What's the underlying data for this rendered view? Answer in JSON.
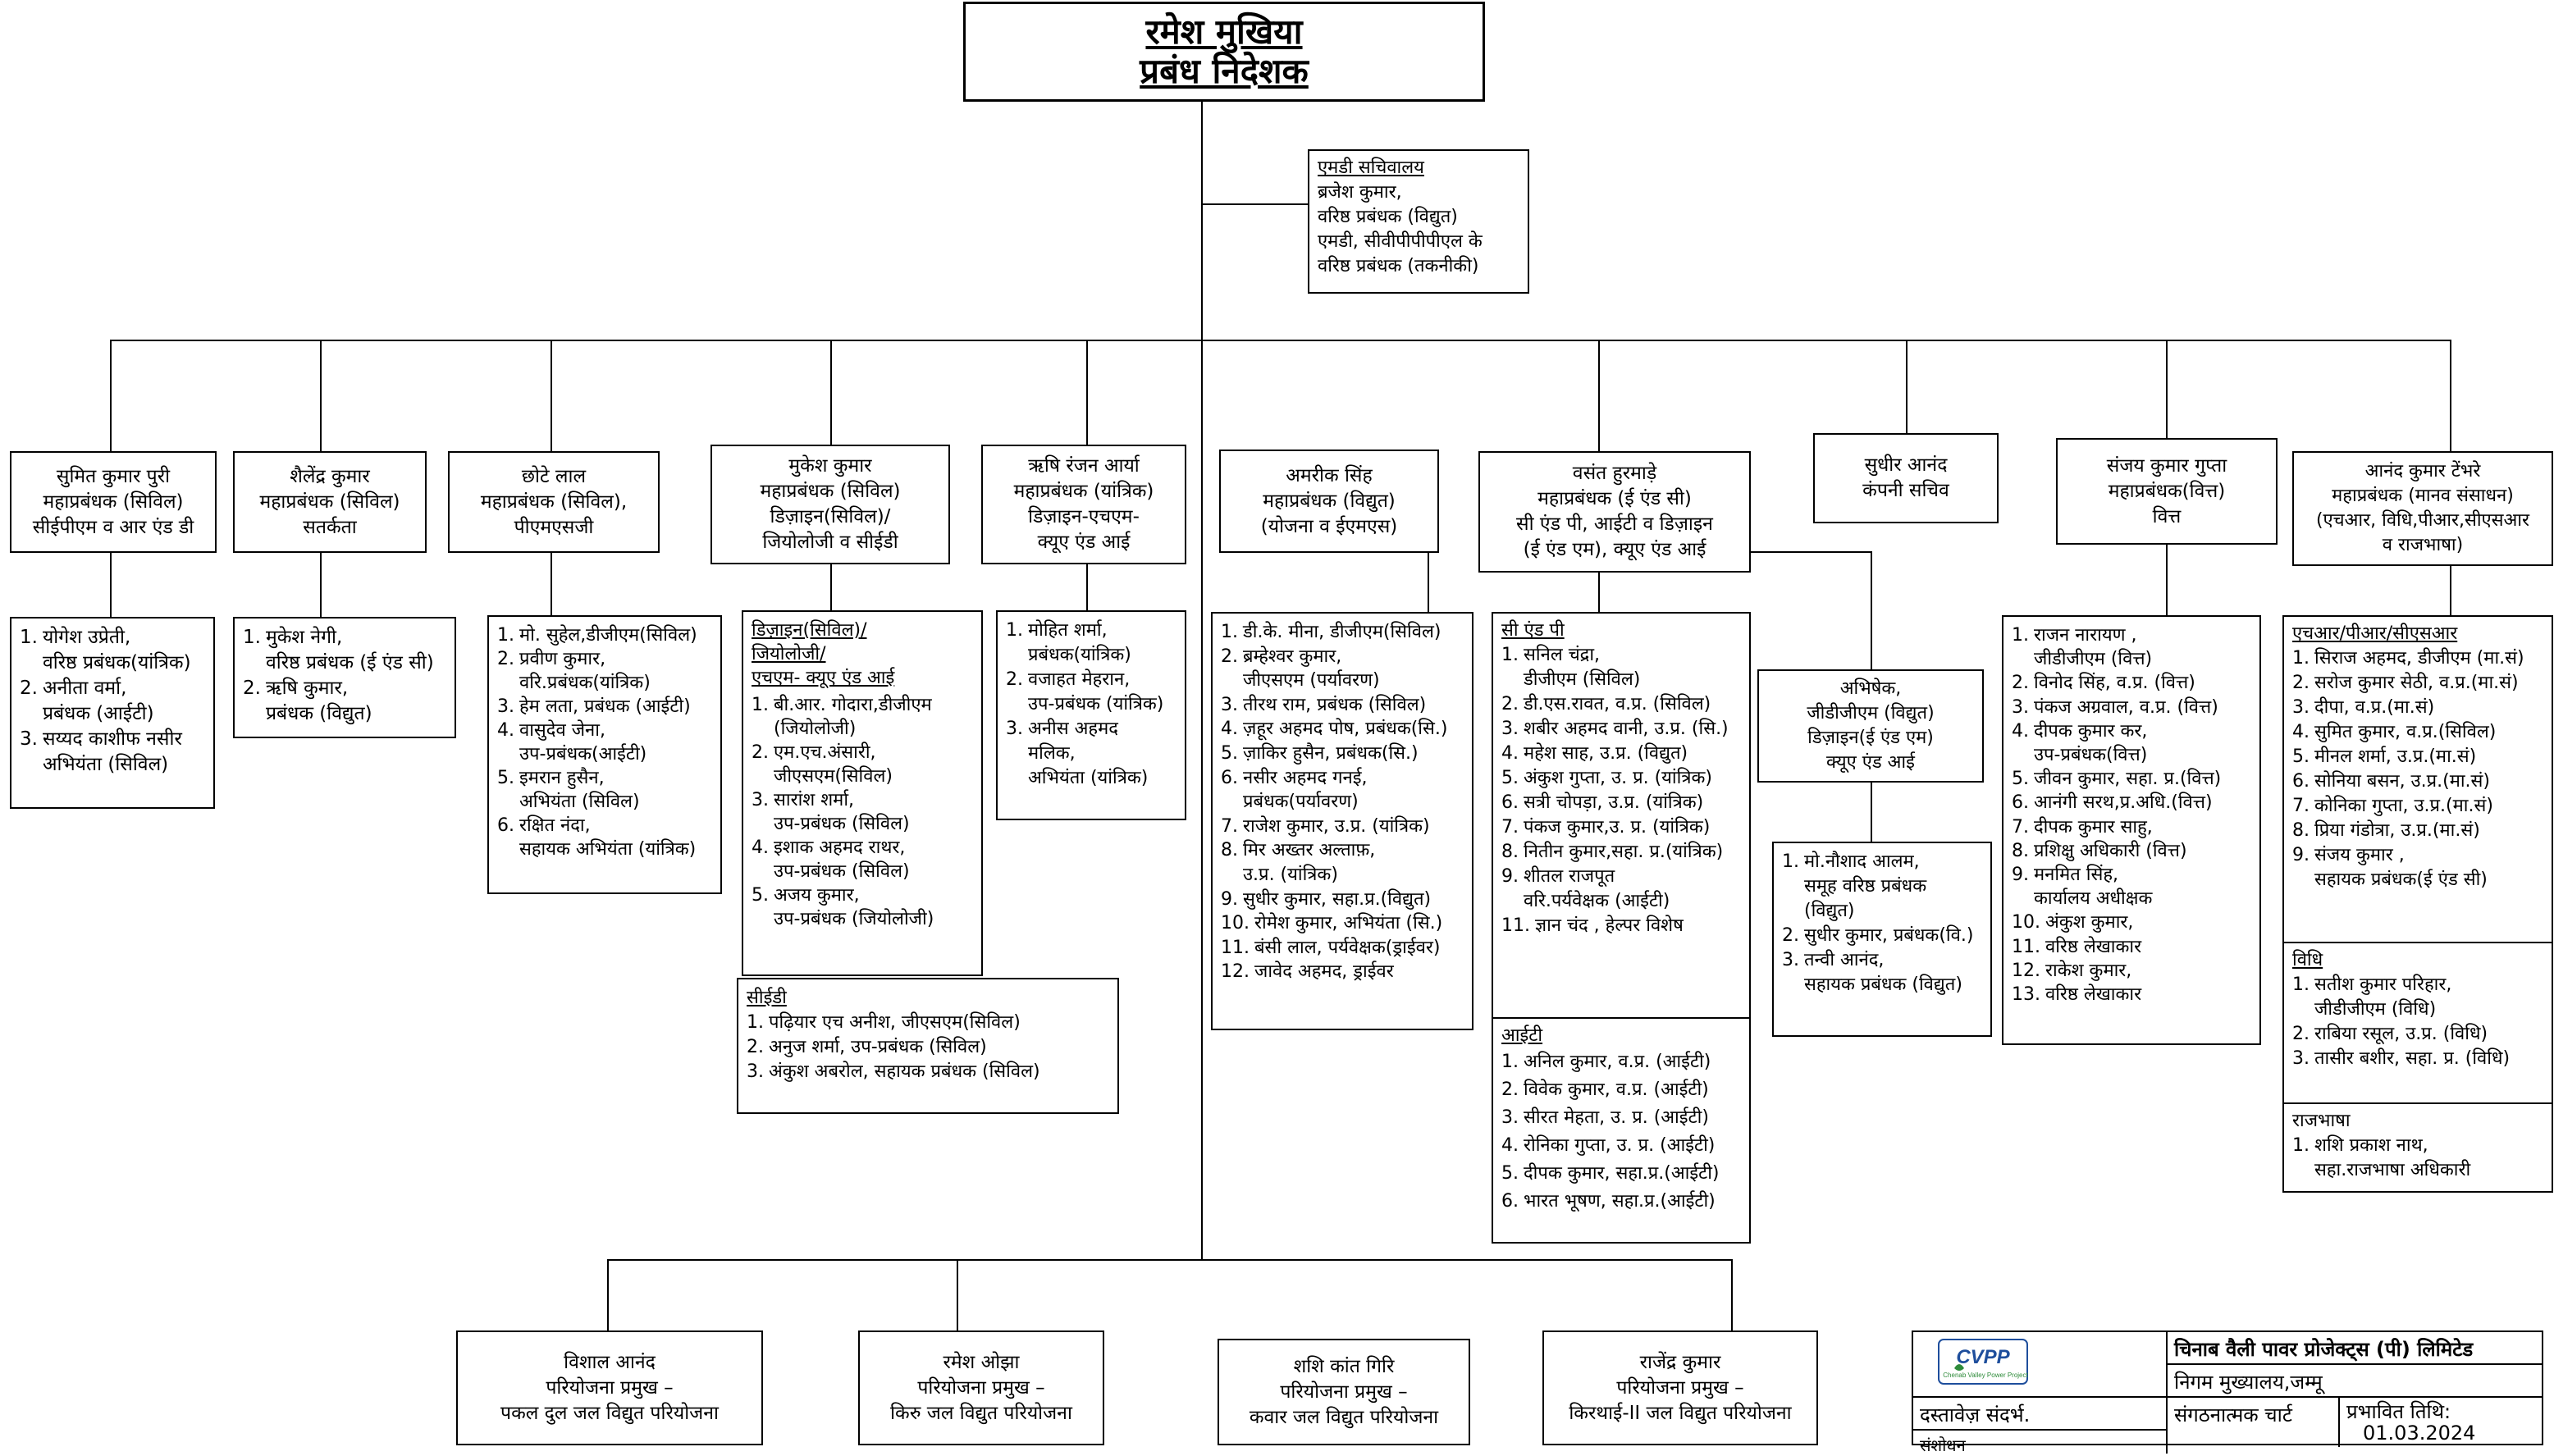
{
  "md": {
    "name": "रमेश मुखिया",
    "title": "प्रबंध निदेशक"
  },
  "md_secretariat": {
    "heading": "एमडी सचिवालय",
    "lines": [
      "ब्रजेश कुमार,",
      "वरिष्ठ प्रबंधक (विद्युत)",
      "एमडी, सीवीपीपीपीएल के",
      "वरिष्ठ प्रबंधक (तकनीकी)"
    ]
  },
  "gms": [
    {
      "lines": [
        "सुमित कुमार पुरी",
        "महाप्रबंधक (सिविल)",
        "सीईपीएम व आर एंड डी"
      ]
    },
    {
      "lines": [
        "शैलेंद्र कुमार",
        "महाप्रबंधक (सिविल)",
        "सतर्कता"
      ]
    },
    {
      "lines": [
        "छोटे लाल",
        "महाप्रबंधक (सिविल),",
        "पीएमएसजी"
      ]
    },
    {
      "lines": [
        "मुकेश कुमार",
        "महाप्रबंधक (सिविल)",
        "डिज़ाइन(सिविल)/",
        "जियोलोजी व सीईडी"
      ]
    },
    {
      "lines": [
        "ऋषि रंजन आर्या",
        "महाप्रबंधक (यांत्रिक)",
        "डिज़ाइन-एचएम-",
        "क्यूए एंड आई"
      ]
    },
    {
      "lines": [
        "अमरीक सिंह",
        "महाप्रबंधक (विद्युत)",
        "(योजना व ईएमएस)"
      ]
    },
    {
      "lines": [
        "वसंत हुरमाड़े",
        "महाप्रबंधक (ई एंड सी)",
        "सी एंड पी, आईटी व  डिज़ाइन",
        "(ई एंड एम), क्यूए एंड आई"
      ]
    },
    {
      "lines": [
        "सुधीर आनंद",
        "कंपनी सचिव"
      ]
    },
    {
      "lines": [
        "संजय कुमार गुप्ता",
        "महाप्रबंधक(वित्त)",
        "वित्त"
      ]
    },
    {
      "lines": [
        "आनंद कुमार टेंभरे",
        "महाप्रबंधक (मानव संसाधन)",
        "(एचआर, विधि,पीआर,सीएसआर",
        "व राजभाषा)"
      ]
    }
  ],
  "teams": {
    "t1": [
      {
        "n": "1.",
        "t": "योगेश उप्रेती,\nवरिष्ठ प्रबंधक(यांत्रिक)"
      },
      {
        "n": "2.",
        "t": "अनीता वर्मा,\nप्रबंधक (आईटी)"
      },
      {
        "n": "3.",
        "t": "सय्यद काशीफ नसीर\nअभियंता (सिविल)"
      }
    ],
    "t2": [
      {
        "n": "1.",
        "t": "मुकेश नेगी,\nवरिष्ठ प्रबंधक (ई एंड सी)"
      },
      {
        "n": "2.",
        "t": "ऋषि कुमार,\nप्रबंधक (विद्युत)"
      }
    ],
    "t3": [
      {
        "n": "1.",
        "t": "मो. सुहेल,डीजीएम(सिविल)"
      },
      {
        "n": "2.",
        "t": "प्रवीण कुमार,\nवरि.प्रबंधक(यांत्रिक)"
      },
      {
        "n": "3.",
        "t": "हेम लता,  प्रबंधक (आईटी)"
      },
      {
        "n": "4.",
        "t": "वासुदेव जेना,\nउप-प्रबंधक(आईटी)"
      },
      {
        "n": "5.",
        "t": "इमरान हुसैन,\nअभियंता (सिविल)"
      },
      {
        "n": "6.",
        "t": "रक्षित नंदा,\nसहायक अभियंता (यांत्रिक)"
      }
    ],
    "t4_heading": "डिज़ाइन(सिविल)/\nजियोलोजी/\nएचएम- क्यूए एंड आई",
    "t4": [
      {
        "n": "1.",
        "t": "बी.आर. गोदारा,डीजीएम\n(जियोलोजी)"
      },
      {
        "n": "2.",
        "t": "एम.एच.अंसारी,\nजीएसएम(सिविल)"
      },
      {
        "n": "3.",
        "t": "सारांश शर्मा,\nउप-प्रबंधक (सिविल)"
      },
      {
        "n": "4.",
        "t": "इशाक अहमद राथर,\nउप-प्रबंधक (सिविल)"
      },
      {
        "n": "5.",
        "t": "अजय कुमार,\nउप-प्रबंधक (जियोलोजी)"
      }
    ],
    "ced_heading": "सीईडी",
    "ced": [
      {
        "n": "1.",
        "t": "पढ़ियार एच अनीश, जीएसएम(सिविल)"
      },
      {
        "n": "2.",
        "t": "अनुज शर्मा, उप-प्रबंधक (सिविल)"
      },
      {
        "n": "3.",
        "t": "अंकुश अबरोल, सहायक प्रबंधक (सिविल)"
      }
    ],
    "t5": [
      {
        "n": "1.",
        "t": "मोहित शर्मा,\nप्रबंधक(यांत्रिक)"
      },
      {
        "n": "2.",
        "t": "वजाहत मेहरान,\nउप-प्रबंधक (यांत्रिक)"
      },
      {
        "n": "3.",
        "t": "अनीस अहमद\nमलिक,\nअभियंता (यांत्रिक)"
      }
    ],
    "t6": [
      {
        "n": "1.",
        "t": "डी.के. मीना, डीजीएम(सिविल)"
      },
      {
        "n": "2.",
        "t": "ब्रम्हेश्वर कुमार,\nजीएसएम (पर्यावरण)"
      },
      {
        "n": "3.",
        "t": "तीरथ राम, प्रबंधक (सिविल)"
      },
      {
        "n": "4.",
        "t": "ज़हूर अहमद पोष, प्रबंधक(सि.)"
      },
      {
        "n": "5.",
        "t": "ज़ाकिर हुसैन, प्रबंधक(सि.)"
      },
      {
        "n": "6.",
        "t": "नसीर अहमद गनई,\nप्रबंधक(पर्यावरण)"
      },
      {
        "n": "7.",
        "t": "राजेश कुमार, उ.प्र. (यांत्रिक)"
      },
      {
        "n": "8.",
        "t": "मिर अख्तर अल्ताफ़,\nउ.प्र. (यांत्रिक)"
      },
      {
        "n": "9.",
        "t": "सुधीर कुमार, सहा.प्र.(विद्युत)"
      },
      {
        "n": "10.",
        "t": "रोमेश कुमार, अभियंता (सि.)"
      },
      {
        "n": "11.",
        "t": "बंसी लाल, पर्यवेक्षक(ड्राईवर)"
      },
      {
        "n": "12.",
        "t": "जावेद अहमद, ड्राईवर"
      }
    ],
    "t7_heading": "सी एंड पी",
    "t7": [
      {
        "n": "1.",
        "t": "सनिल चंद्रा,\nडीजीएम (सिविल)"
      },
      {
        "n": "2.",
        "t": "डी.एस.रावत, व.प्र. (सिविल)"
      },
      {
        "n": "3.",
        "t": "शबीर अहमद वानी, उ.प्र. (सि.)"
      },
      {
        "n": "4.",
        "t": "महेश साह, उ.प्र. (विद्युत)"
      },
      {
        "n": "5.",
        "t": "अंकुश गुप्ता, उ. प्र. (यांत्रिक)"
      },
      {
        "n": "6.",
        "t": "सत्री चोपड़ा, उ.प्र. (यांत्रिक)"
      },
      {
        "n": "7.",
        "t": "पंकज कुमार,उ. प्र. (यांत्रिक)"
      },
      {
        "n": "8.",
        "t": "नितीन कुमार,सहा. प्र.(यांत्रिक)"
      },
      {
        "n": "9.",
        "t": "शीतल राजपूत\nवरि.पर्यवेक्षक (आईटी)"
      },
      {
        "n": "11.",
        "t": "ज्ञान चंद , हेल्पर विशेष"
      }
    ],
    "it_heading": "आईटी",
    "it": [
      {
        "n": "1.",
        "t": "अनिल कुमार, व.प्र. (आईटी)"
      },
      {
        "n": "2.",
        "t": "विवेक कुमार, व.प्र. (आईटी)"
      },
      {
        "n": "3.",
        "t": "सीरत मेहता, उ. प्र. (आईटी)"
      },
      {
        "n": "4.",
        "t": "रोनिका गुप्ता, उ. प्र. (आईटी)"
      },
      {
        "n": "5.",
        "t": "दीपक कुमार, सहा.प्र.(आईटी)"
      },
      {
        "n": "6.",
        "t": "भारत भूषण, सहा.प्र.(आईटी)"
      }
    ],
    "abhishek": {
      "lines": [
        "अभिषेक,",
        "जीडीजीएम (विद्युत)",
        "डिज़ाइन(ई एंड एम)",
        "क्यूए एंड आई"
      ]
    },
    "t7b": [
      {
        "n": "1.",
        "t": "मो.नौशाद आलम,\nसमूह वरिष्ठ प्रबंधक\n(विद्युत)"
      },
      {
        "n": "2.",
        "t": "सुधीर कुमार, प्रबंधक(वि.)"
      },
      {
        "n": "3.",
        "t": "तन्वी आनंद,\nसहायक प्रबंधक (विद्युत)"
      }
    ],
    "t9": [
      {
        "n": "1.",
        "t": "राजन नारायण ,\nजीडीजीएम (वित्त)"
      },
      {
        "n": "2.",
        "t": "विनोद सिंह, व.प्र. (वित्त)"
      },
      {
        "n": "3.",
        "t": "पंकज अग्रवाल, व.प्र. (वित्त)"
      },
      {
        "n": "4.",
        "t": "दीपक कुमार कर,\nउप-प्रबंधक(वित्त)"
      },
      {
        "n": "5.",
        "t": "जीवन कुमार, सहा. प्र.(वित्त)"
      },
      {
        "n": "6.",
        "t": "आनंगी सरथ,प्र.अधि.(वित्त)"
      },
      {
        "n": "7.",
        "t": "दीपक कुमार साहु,"
      },
      {
        "n": "8.",
        "t": "प्रशिक्षु अधिकारी (वित्त)"
      },
      {
        "n": "9.",
        "t": "मनमित सिंह,\nकार्यालय अधीक्षक"
      },
      {
        "n": "10.",
        "t": "अंकुश कुमार,"
      },
      {
        "n": "11.",
        "t": "वरिष्ठ लेखाकार"
      },
      {
        "n": "12.",
        "t": "राकेश कुमार,"
      },
      {
        "n": "13.",
        "t": "वरिष्ठ लेखाकार"
      }
    ],
    "hr_heading": "एचआर/पीआर/सीएसआर",
    "hr": [
      {
        "n": "1.",
        "t": "सिराज अहमद, डीजीएम (मा.सं)"
      },
      {
        "n": "2.",
        "t": "सरोज कुमार सेठी, व.प्र.(मा.सं)"
      },
      {
        "n": "3.",
        "t": "दीपा, व.प्र.(मा.सं)"
      },
      {
        "n": "4.",
        "t": "सुमित कुमार, व.प्र.(सिविल)"
      },
      {
        "n": "5.",
        "t": "मीनल शर्मा, उ.प्र.(मा.सं)"
      },
      {
        "n": "6.",
        "t": "सोनिया बसन, उ.प्र.(मा.सं)"
      },
      {
        "n": "7.",
        "t": "कोनिका गुप्ता, उ.प्र.(मा.सं)"
      },
      {
        "n": "8.",
        "t": "प्रिया गंडोत्रा, उ.प्र.(मा.सं)"
      },
      {
        "n": "9.",
        "t": "संजय कुमार ,\nसहायक प्रबंधक(ई एंड सी)"
      }
    ],
    "law_heading": "विधि",
    "law": [
      {
        "n": "1.",
        "t": "सतीश कुमार परिहार,\nजीडीजीएम (विधि)"
      },
      {
        "n": "2.",
        "t": "राबिया रसूल, उ.प्र. (विधि)"
      },
      {
        "n": "3.",
        "t": "तासीर बशीर, सहा. प्र. (विधि)"
      }
    ],
    "rb_heading": "राजभाषा",
    "rb": [
      {
        "n": "1.",
        "t": "शशि प्रकाश नाथ,\nसहा.राजभाषा अधिकारी"
      }
    ]
  },
  "projects": [
    {
      "lines": [
        "विशाल आनंद",
        "परियोजना प्रमुख –",
        "पकल दुल जल विद्युत परियोजना"
      ]
    },
    {
      "lines": [
        "रमेश ओझा",
        "परियोजना प्रमुख –",
        "किरु जल विद्युत परियोजना"
      ]
    },
    {
      "lines": [
        "शशि कांत गिरि",
        "परियोजना प्रमुख –",
        "कवार जल विद्युत परियोजना"
      ]
    },
    {
      "lines": [
        "राजेंद्र कुमार",
        "परियोजना प्रमुख –",
        "किरथाई-II जल विद्युत परियोजना"
      ]
    }
  ],
  "footer": {
    "logo_text": "CVPP",
    "logo_sub": "Chenab Valley Power Projects",
    "company": "चिनाब वैली पावर प्रोजेक्ट्स (पी) लिमिटेड",
    "office": "निगम मुख्यालय,जम्मू",
    "doc_ref": "दस्तावेज़ संदर्भ.",
    "chart_name": "संगठनात्मक चार्ट",
    "effective_label": "प्रभावित तिथि:",
    "effective_date": "01.03.2024",
    "cut_label": "संशोधन"
  }
}
